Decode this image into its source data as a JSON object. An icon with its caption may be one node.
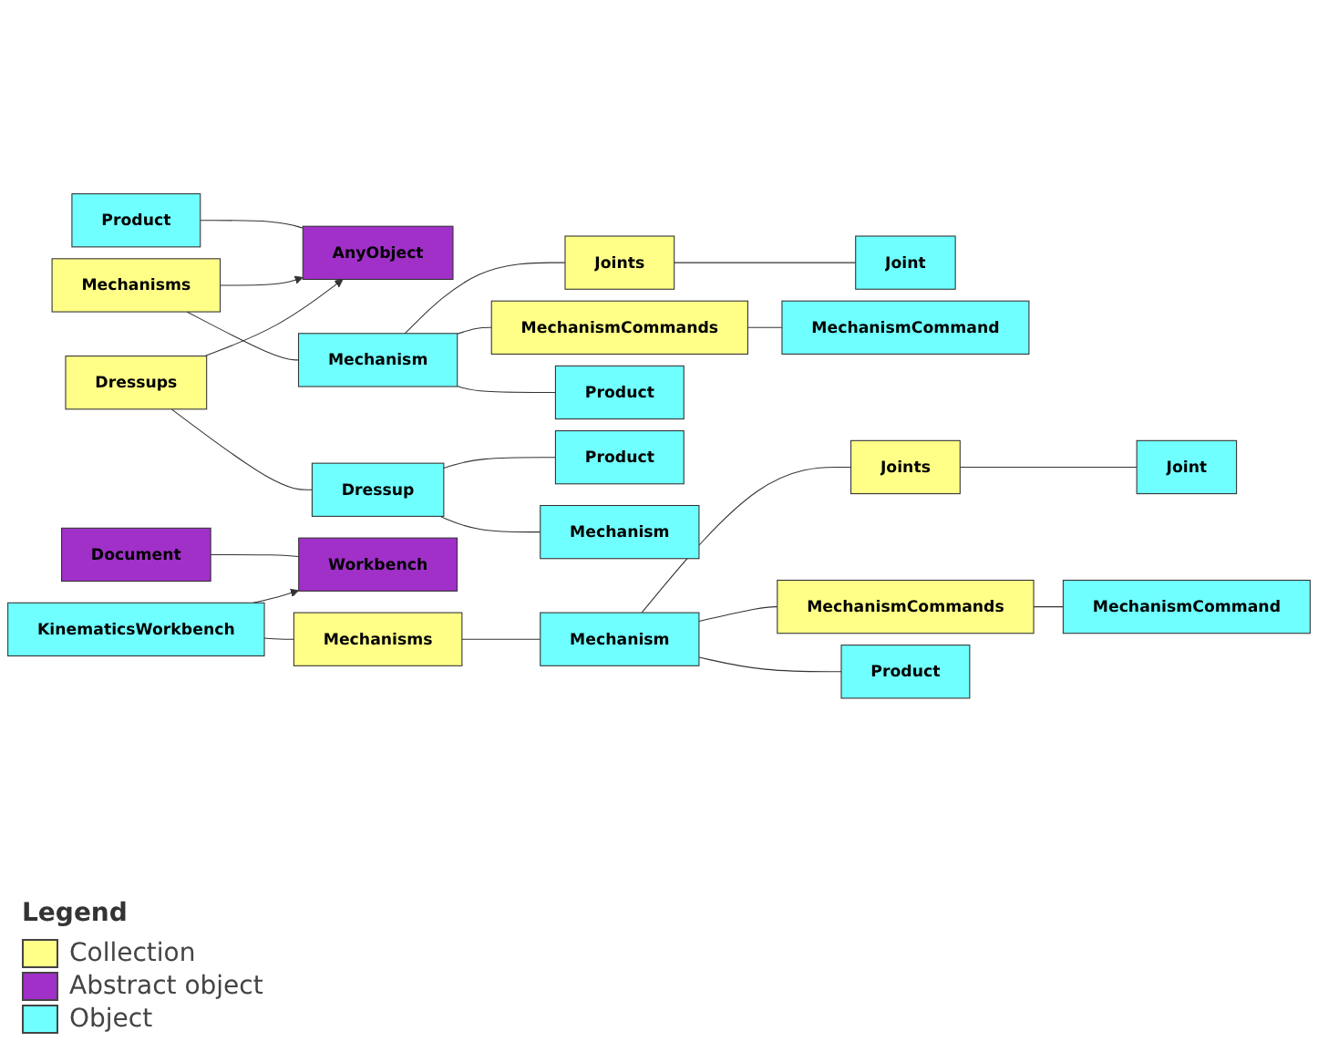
{
  "diagram": {
    "nodes": [
      {
        "text": [
          "Product"
        ]
      },
      {
        "text": [
          "AnyObject"
        ]
      },
      {
        "text": [
          "Mechanisms"
        ]
      },
      {
        "text": [
          "Mechanism"
        ]
      },
      {
        "text": [
          "Joints"
        ]
      },
      {
        "text": [
          "Joint"
        ]
      },
      {
        "text": [
          "MechanismCommands"
        ]
      },
      {
        "text": [
          "MechanismCommand"
        ]
      },
      {
        "text": [
          "Product"
        ]
      },
      {
        "text": [
          "Dressups"
        ]
      },
      {
        "text": [
          "Dressup"
        ]
      },
      {
        "text": [
          "Product"
        ]
      },
      {
        "text": [
          "Mechanism"
        ]
      },
      {
        "text": [
          "Document"
        ]
      },
      {
        "text": [
          "Workbench"
        ]
      },
      {
        "text": [
          "KinematicsWorkbench"
        ]
      },
      {
        "text": [
          "Mechanisms"
        ]
      },
      {
        "text": [
          "Mechanism"
        ]
      },
      {
        "text": [
          "Joints"
        ]
      },
      {
        "text": [
          "Joint"
        ]
      },
      {
        "text": [
          "MechanismCommands"
        ]
      },
      {
        "text": [
          "MechanismCommand"
        ]
      },
      {
        "text": [
          "Product"
        ]
      }
    ],
    "edges": [
      {
        "from": 0,
        "to": 1,
        "arrow": "none"
      },
      {
        "from": 2,
        "to": 1,
        "arrow": "to"
      },
      {
        "from": 9,
        "to": 1,
        "arrow": "to"
      },
      {
        "from": 2,
        "to": 3,
        "arrow": "none"
      },
      {
        "from": 3,
        "to": 4,
        "arrow": "none"
      },
      {
        "from": 4,
        "to": 5,
        "arrow": "none"
      },
      {
        "from": 3,
        "to": 6,
        "arrow": "none"
      },
      {
        "from": 6,
        "to": 7,
        "arrow": "none"
      },
      {
        "from": 3,
        "to": 8,
        "arrow": "none"
      },
      {
        "from": 9,
        "to": 10,
        "arrow": "none"
      },
      {
        "from": 10,
        "to": 11,
        "arrow": "none"
      },
      {
        "from": 10,
        "to": 12,
        "arrow": "none"
      },
      {
        "from": 13,
        "to": 14,
        "arrow": "none"
      },
      {
        "from": 15,
        "to": 14,
        "arrow": "to"
      },
      {
        "from": 15,
        "to": 16,
        "arrow": "none"
      },
      {
        "from": 16,
        "to": 17,
        "arrow": "none"
      },
      {
        "from": 17,
        "to": 18,
        "arrow": "none"
      },
      {
        "from": 18,
        "to": 19,
        "arrow": "none"
      },
      {
        "from": 17,
        "to": 20,
        "arrow": "none"
      },
      {
        "from": 20,
        "to": 21,
        "arrow": "none"
      },
      {
        "from": 17,
        "to": 22,
        "arrow": "none"
      }
    ],
    "labels": [
      "Legend"
    ],
    "legend": [
      {
        "text": "Collection",
        "color": "#ffff88"
      },
      {
        "text": "Abstract object",
        "color": "#a030c8"
      },
      {
        "text": "Object",
        "color": "#70ffff"
      }
    ]
  }
}
